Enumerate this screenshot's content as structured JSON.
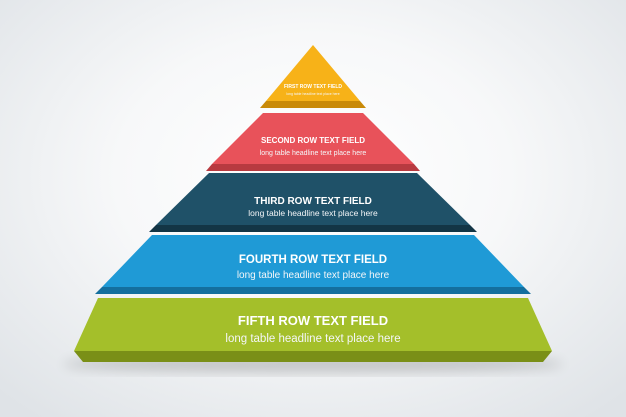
{
  "pyramid": {
    "rows": [
      {
        "title": "FIRST ROW TEXT FIELD",
        "subtitle": "long table headline text place here",
        "color": "#f7b218",
        "shade": "#c98a08"
      },
      {
        "title": "SECOND ROW TEXT FIELD",
        "subtitle": "long table headline text place here",
        "color": "#e8525a",
        "shade": "#b83a40"
      },
      {
        "title": "THIRD ROW TEXT FIELD",
        "subtitle": "long table headline text place here",
        "color": "#1f5168",
        "shade": "#133545"
      },
      {
        "title": "FOURTH ROW TEXT FIELD",
        "subtitle": "long table headline text place here",
        "color": "#1f9ad6",
        "shade": "#146f9e"
      },
      {
        "title": "FIFTH ROW TEXT FIELD",
        "subtitle": "long table headline text place here",
        "color": "#a4bf2a",
        "shade": "#7a8f17"
      }
    ]
  }
}
